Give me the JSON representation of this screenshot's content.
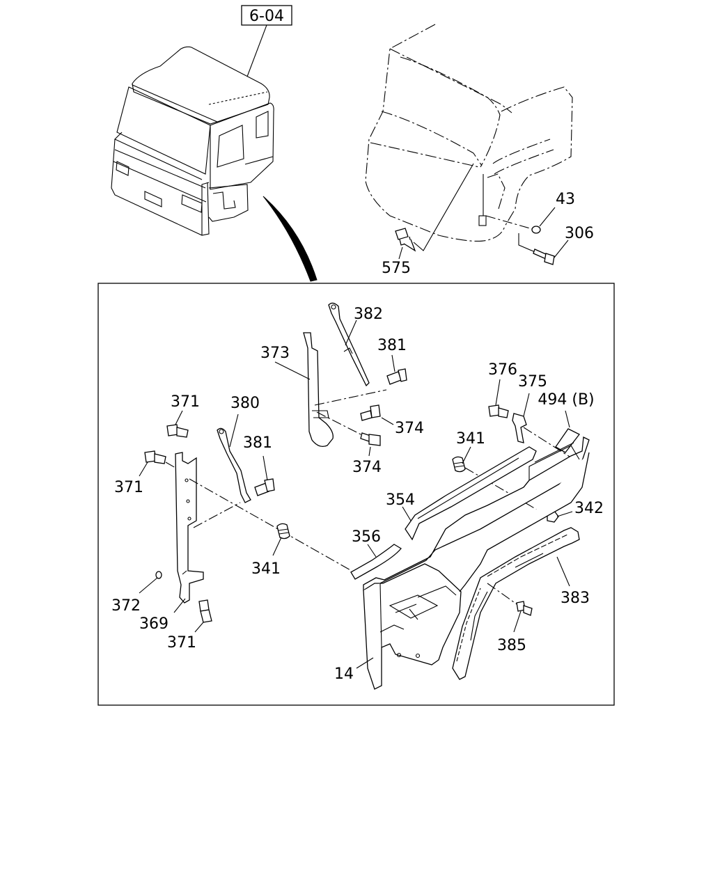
{
  "reference_box": "6-04",
  "labels": {
    "l43": "43",
    "l306": "306",
    "l575": "575",
    "l382": "382",
    "l381a": "381",
    "l373": "373",
    "l374a": "374",
    "l374b": "374",
    "l376": "376",
    "l375": "375",
    "l494": "494 (B)",
    "l371a": "371",
    "l380": "380",
    "l381b": "381",
    "l341a": "341",
    "l371b": "371",
    "l354": "354",
    "l342": "342",
    "l356": "356",
    "l341b": "341",
    "l372": "372",
    "l369": "369",
    "l371c": "371",
    "l383": "383",
    "l385": "385",
    "l14": "14"
  }
}
